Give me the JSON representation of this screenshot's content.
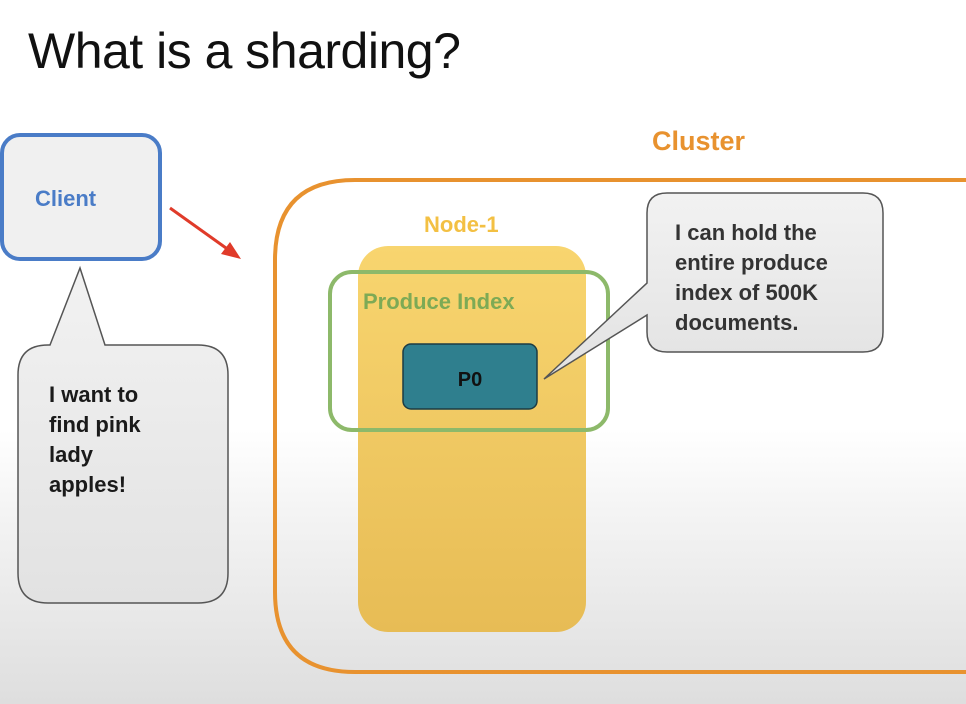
{
  "title": "What is a sharding?",
  "client": {
    "label": "Client"
  },
  "client_callout": {
    "lines": [
      "I want to",
      "find pink",
      "lady",
      "apples!"
    ]
  },
  "cluster": {
    "label": "Cluster"
  },
  "node": {
    "label": "Node-1"
  },
  "index": {
    "label": "Produce Index"
  },
  "shard": {
    "label": "P0"
  },
  "node_callout": {
    "lines": [
      "I can hold the",
      "entire produce",
      "index of 500K",
      "documents."
    ]
  },
  "colors": {
    "client_border": "#4a7cc7",
    "client_text": "#4a7cc7",
    "cluster_border": "#e8922f",
    "cluster_text": "#e8922f",
    "node_fill": "#f6cd63",
    "node_text": "#f3c043",
    "index_border": "#8db96a",
    "index_text": "#7daa55",
    "shard_fill": "#2f7f8e",
    "arrow": "#e03b2a"
  }
}
